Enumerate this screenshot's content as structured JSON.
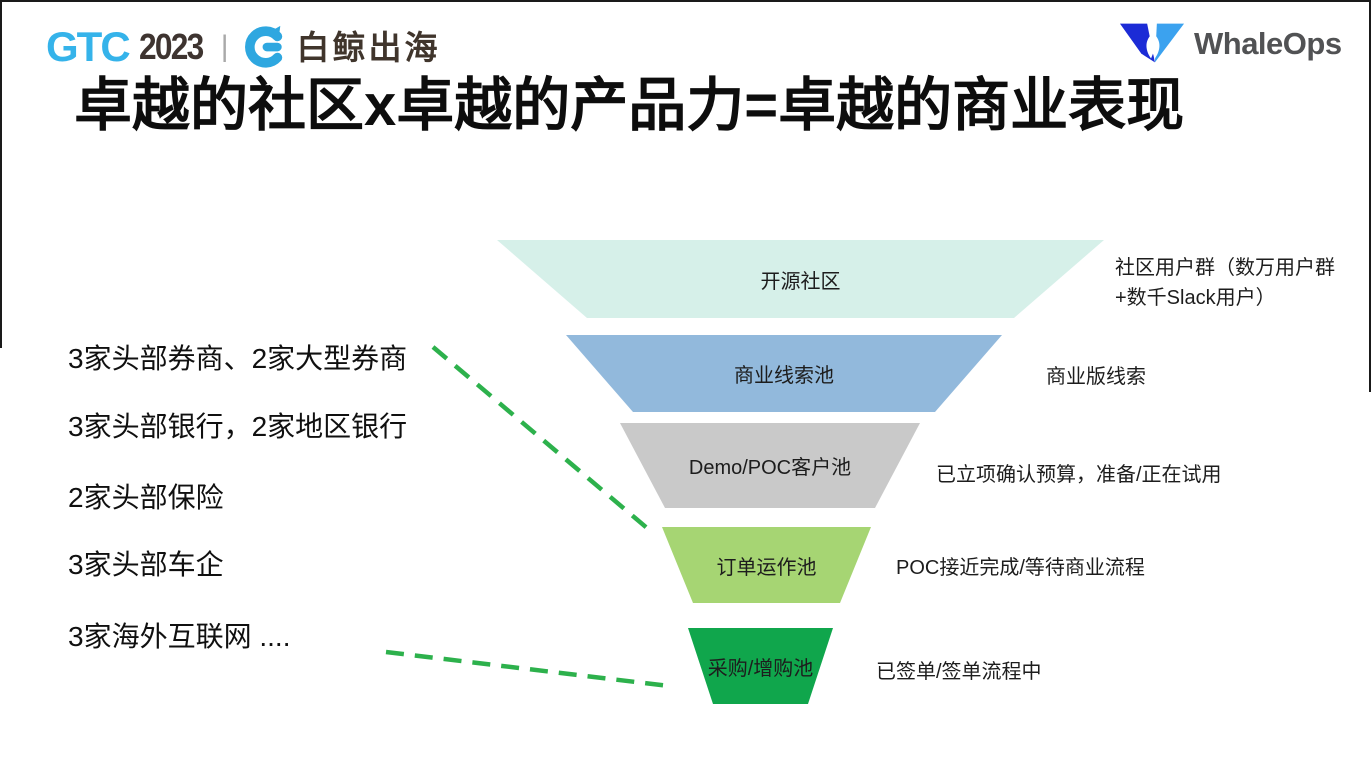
{
  "header": {
    "gtc": {
      "text": "GTC",
      "year": "2023",
      "divider": "|",
      "brand": "白鲸出海",
      "icon": "whale-circle-logo"
    },
    "whaleops": {
      "text": "WhaleOps",
      "icon": "whale-tail-w-logo"
    }
  },
  "title": "卓越的社区x卓越的产品力=卓越的商业表现",
  "left_list": {
    "items": [
      "3家头部券商、2家大型券商",
      "3家头部银行，2家地区银行",
      "2家头部保险",
      "3家头部车企",
      "3家海外互联网 ...."
    ]
  },
  "funnel": {
    "layers": [
      {
        "label": "开源社区",
        "color": "#d6f0e9"
      },
      {
        "label": "商业线索池",
        "color": "#92b9dc"
      },
      {
        "label": "Demo/POC客户池",
        "color": "#c9c9c9"
      },
      {
        "label": "订单运作池",
        "color": "#a6d573"
      },
      {
        "label": "采购/增购池",
        "color": "#10a64c"
      }
    ],
    "annotations": [
      "社区用户群（数万用户群\n+数千Slack用户）",
      "商业版线索",
      "已立项确认预算，准备/正在试用",
      "POC接近完成/等待商业流程",
      "已签单/签单流程中"
    ]
  },
  "colors": {
    "connector_green": "#2db14c",
    "gtc_blue": "#35b3ea",
    "brand_dark": "#40352c",
    "whaleops_dark_blue": "#1c2bd6",
    "whaleops_light_blue": "#3ba2ef",
    "whaleops_text_gray": "#515254"
  }
}
